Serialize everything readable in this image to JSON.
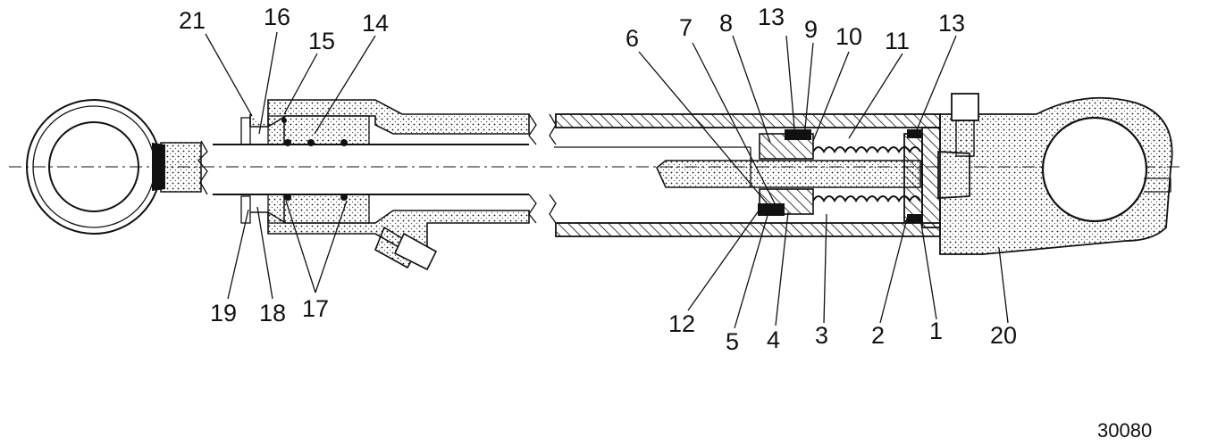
{
  "labels": {
    "l21": "21",
    "l16": "16",
    "l15": "15",
    "l14": "14",
    "l6": "6",
    "l7": "7",
    "l8": "8",
    "l13a": "13",
    "l9": "9",
    "l10": "10",
    "l11": "11",
    "l13b": "13",
    "l19": "19",
    "l18": "18",
    "l17": "17",
    "l12": "12",
    "l5": "5",
    "l4": "4",
    "l3": "3",
    "l2": "2",
    "l1": "1",
    "l20": "20"
  },
  "figure_number": "30080"
}
